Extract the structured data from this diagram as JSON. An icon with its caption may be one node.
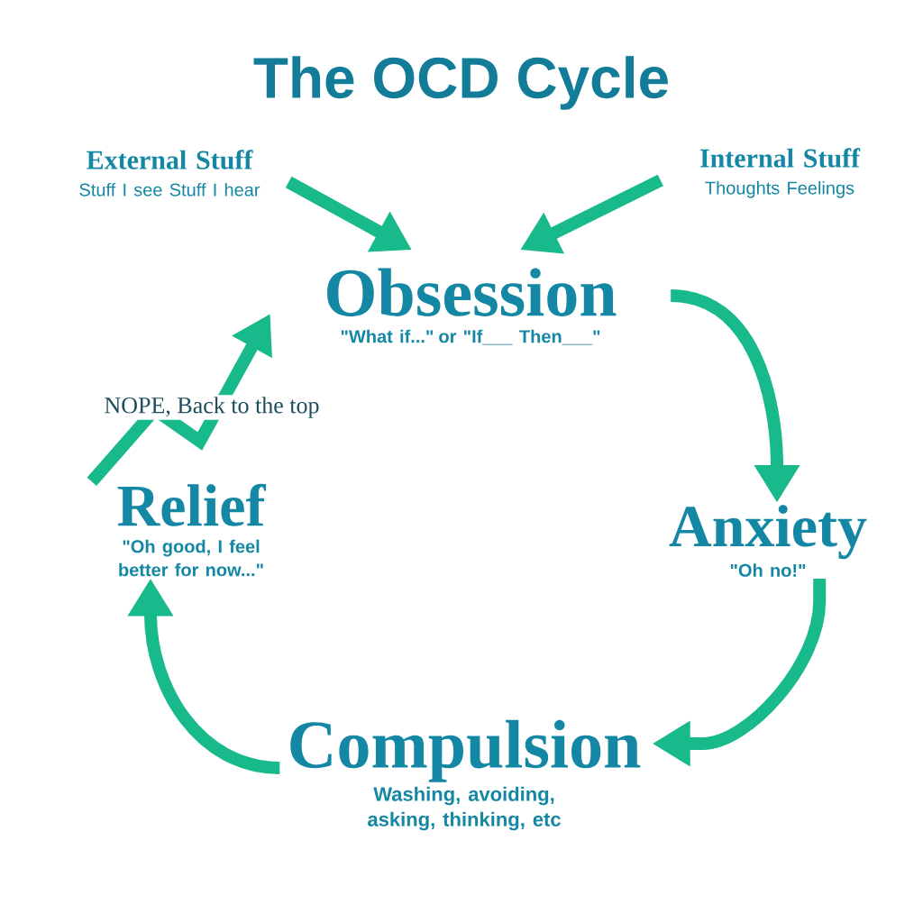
{
  "diagram": {
    "title": "The OCD Cycle",
    "nodes": [
      {
        "text": [
          "External Stuff",
          "Stuff I see Stuff I hear"
        ]
      },
      {
        "text": [
          "Internal Stuff",
          "Thoughts Feelings"
        ]
      },
      {
        "text": [
          "Obsession",
          "\"What if...\" or \"If___ Then___\""
        ]
      },
      {
        "text": [
          "Anxiety",
          "\"Oh no!\""
        ]
      },
      {
        "text": [
          "Compulsion",
          "Washing, avoiding, asking, thinking, etc"
        ]
      },
      {
        "text": [
          "Relief",
          "\"Oh good, I feel better for now...\""
        ]
      }
    ],
    "edges": [
      {
        "from": 0,
        "to": 2,
        "arrow": "to"
      },
      {
        "from": 1,
        "to": 2,
        "arrow": "to"
      },
      {
        "from": 2,
        "to": 3,
        "arrow": "to"
      },
      {
        "from": 3,
        "to": 4,
        "arrow": "to"
      },
      {
        "from": 4,
        "to": 5,
        "arrow": "to"
      },
      {
        "from": 5,
        "to": 2,
        "arrow": "to",
        "label": "NOPE, Back to the top"
      }
    ]
  }
}
